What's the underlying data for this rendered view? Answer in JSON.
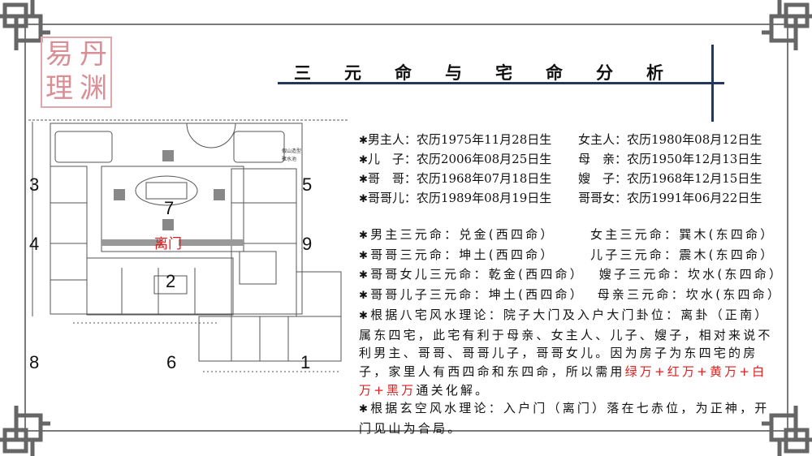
{
  "seal": {
    "chars": [
      "易",
      "丹",
      "理",
      "渊"
    ]
  },
  "title": "三元命与宅命分析",
  "floor_plan": {
    "numbers": {
      "n3": "3",
      "n4": "4",
      "n8": "8",
      "n6": "6",
      "n7": "7",
      "n2": "2",
      "n5": "5",
      "n9": "9",
      "n1": "1"
    },
    "door_label": "离门",
    "rockery_label_1": "假山造型",
    "rockery_label_2": "聚水池"
  },
  "birth_info": [
    {
      "left": "男主人：农历1975年11月28日生",
      "right": "女主人：农历1980年08月12日生"
    },
    {
      "left": "儿　子：农历2006年08月25日生",
      "right": "母　亲：农历1950年12月13日生"
    },
    {
      "left": "哥　哥：农历1968年07月18日生",
      "right": "嫂　子：农历1968年12月15日生"
    },
    {
      "left": "哥哥儿：农历1989年08月19日生",
      "right": "哥哥女：农历1991年06月22日生"
    }
  ],
  "star": "✱",
  "ming": [
    {
      "left": "男主三元命：兑金(西四命）",
      "right": "女主三元命：巽木(东四命）"
    },
    {
      "left": "哥哥三元命：坤土(西四命）",
      "right": "儿子三元命：震木(东四命）"
    },
    {
      "left": "哥哥女儿三元命：乾金(西四命）",
      "right": "嫂子三元命：坎水(东四命）"
    },
    {
      "left": "哥哥儿子三元命：坤土(西四命）",
      "right": "母亲三元命：坎水(东四命）"
    }
  ],
  "bazhai": {
    "text": "根据八宅风水理论：院子大门及入户大门卦位：离卦（正南）属东四宅，此宅有利于母亲、女主人、儿子、嫂子，相对来说不利男主、哥哥、哥哥儿子，哥哥女儿。因为房子为东四宅的房子，家里人有西四命和东四命，所以需用",
    "remedy": "绿万+红万+黄万+白万+黑万",
    "tail": "通关化解。"
  },
  "xuankong": "根据玄空风水理论：入户门（离门）落在七赤位，为正神，开门见山为合局。",
  "colors": {
    "accent_line": "#23375c",
    "highlight": "#e31b1b",
    "seal": "#d98f95"
  }
}
